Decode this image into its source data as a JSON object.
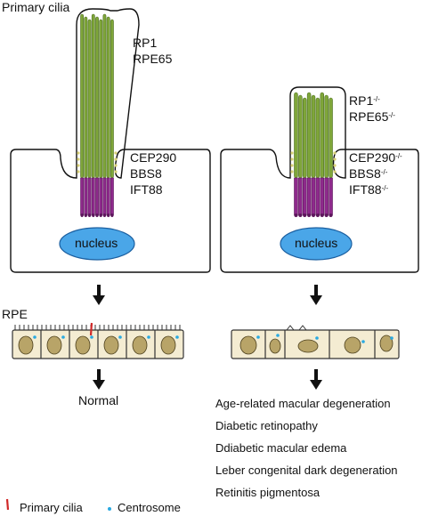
{
  "labels": {
    "primary_cilia_title": "Primary cilia",
    "rpe_label": "RPE",
    "nucleus": "nucleus",
    "normal": "Normal"
  },
  "normal_cell": {
    "cilia_genes": [
      "RP1",
      "RPE65"
    ],
    "base_genes": [
      "CEP290",
      "BBS8",
      "IFT88"
    ]
  },
  "mutant_cell": {
    "cilia_genes": [
      {
        "name": "RP1",
        "sup": "-/-"
      },
      {
        "name": "RPE65",
        "sup": "-/-"
      }
    ],
    "base_genes": [
      {
        "name": "CEP290",
        "sup": "-/-"
      },
      {
        "name": "BBS8",
        "sup": "-/-"
      },
      {
        "name": "IFT88",
        "sup": "-/-"
      }
    ]
  },
  "outcomes": [
    "Age-related macular degeneration",
    "Diabetic retinopathy",
    "Ddiabetic macular edema",
    "Leber congenital dark degeneration",
    "Retinitis pigmentosa"
  ],
  "legend": {
    "cilia": "Primary cilia",
    "centrosome": "Centrosome"
  },
  "colors": {
    "cilia_green": "#7fa63a",
    "cilia_dark": "#4e7022",
    "base_purple": "#8e2a8c",
    "base_dark": "#5d175c",
    "nucleus_blue": "#4aa6e8",
    "rpe_fill": "#f4ecd2",
    "rpe_nucleus": "#b8a468",
    "centrosome": "#29a9e1",
    "cilia_red": "#d02828"
  }
}
